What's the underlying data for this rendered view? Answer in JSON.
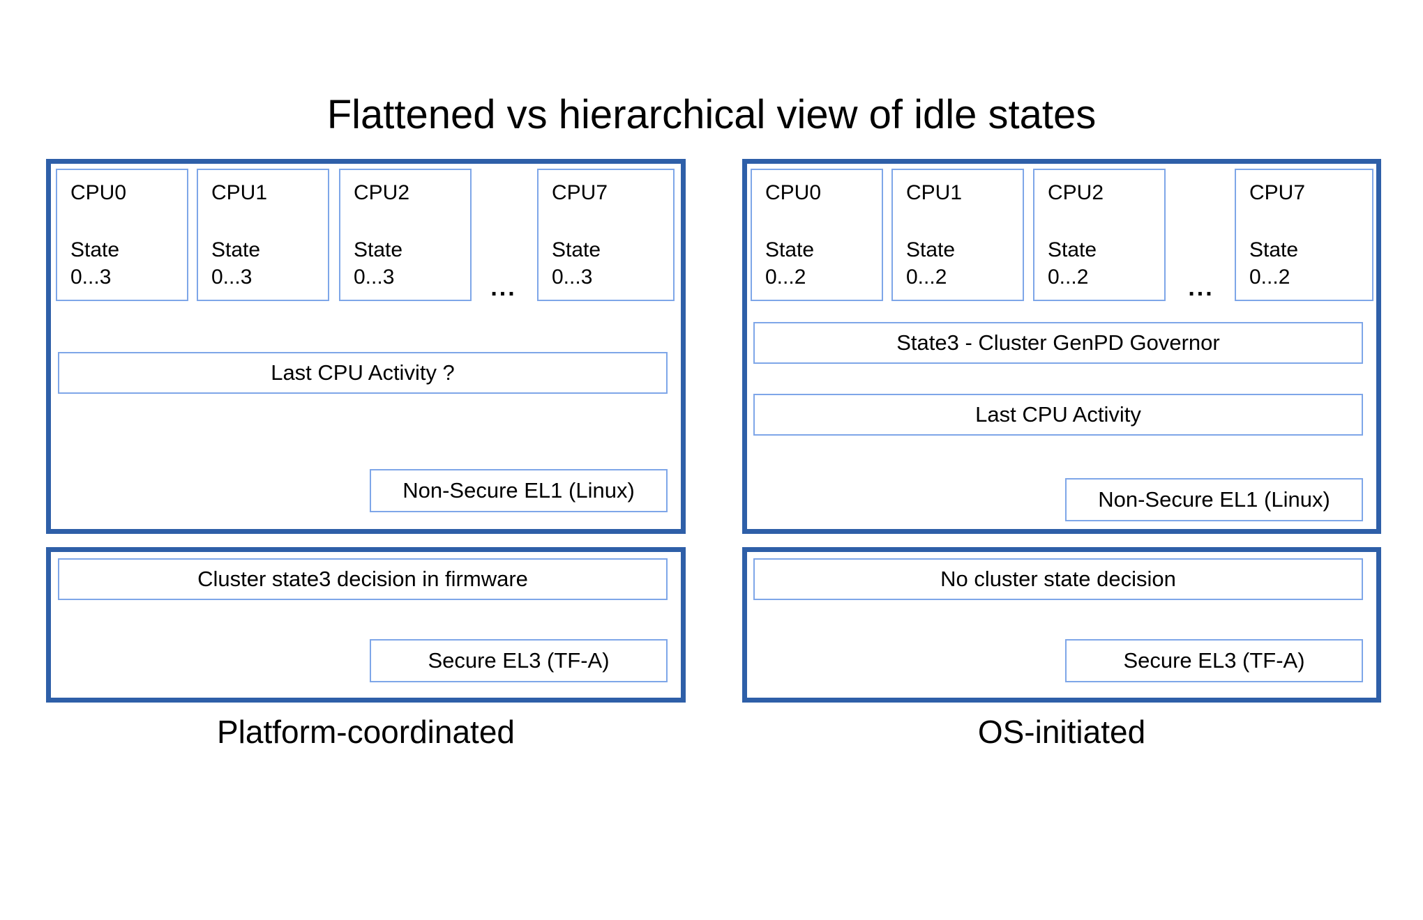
{
  "title": "Flattened vs hierarchical view of idle states",
  "colors": {
    "panel_border": "#2e5fa8",
    "box_border": "#7ea6e8",
    "text": "#000000",
    "background": "#ffffff"
  },
  "left": {
    "caption": "Platform-coordinated",
    "ellipsis": "...",
    "cpus": [
      {
        "label": "CPU0",
        "state_word": "State",
        "state_range": "0...3"
      },
      {
        "label": "CPU1",
        "state_word": "State",
        "state_range": "0...3"
      },
      {
        "label": "CPU2",
        "state_word": "State",
        "state_range": "0...3"
      },
      {
        "label": "CPU7",
        "state_word": "State",
        "state_range": "0...3"
      }
    ],
    "activity_box": "Last CPU Activity ?",
    "el1_box": "Non-Secure EL1 (Linux)",
    "decision_box": "Cluster state3 decision in firmware",
    "el3_box": "Secure EL3 (TF-A)"
  },
  "right": {
    "caption": "OS-initiated",
    "ellipsis": "...",
    "cpus": [
      {
        "label": "CPU0",
        "state_word": "State",
        "state_range": "0...2"
      },
      {
        "label": "CPU1",
        "state_word": "State",
        "state_range": "0...2"
      },
      {
        "label": "CPU2",
        "state_word": "State",
        "state_range": "0...2"
      },
      {
        "label": "CPU7",
        "state_word": "State",
        "state_range": "0...2"
      }
    ],
    "governor_box": "State3 - Cluster GenPD Governor",
    "activity_box": "Last CPU Activity",
    "el1_box": "Non-Secure EL1 (Linux)",
    "decision_box": "No cluster state decision",
    "el3_box": "Secure EL3 (TF-A)"
  }
}
